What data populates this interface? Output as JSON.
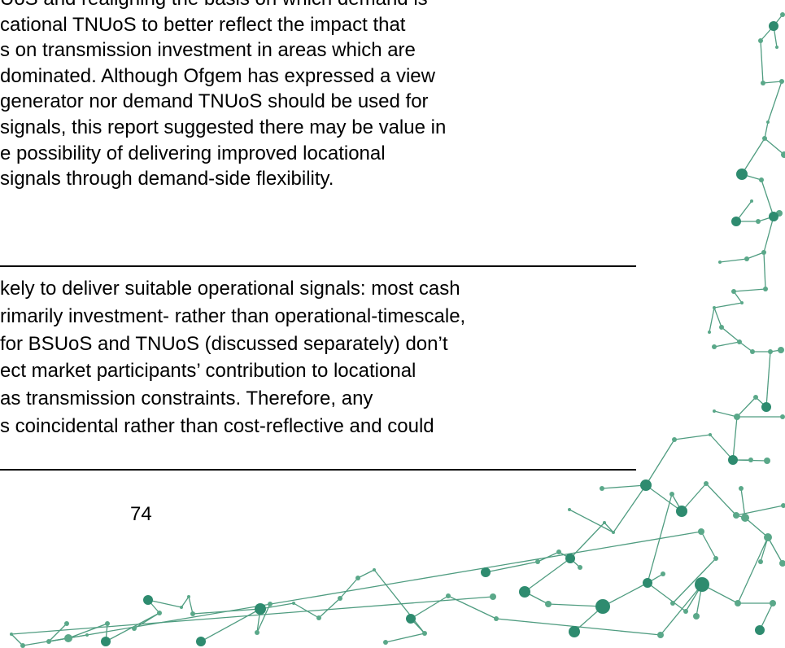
{
  "paragraph_1": [
    "UoS and realigning the basis on which demand is",
    "cational TNUoS to better reflect the impact that",
    "s on transmission investment in areas which are",
    "dominated. Although Ofgem has expressed a view",
    " generator nor demand TNUoS should be used for",
    " signals, this report suggested there may be value in",
    "e possibility of delivering improved locational",
    " signals through demand-side flexibility."
  ],
  "paragraph_2": [
    "kely to deliver suitable operational signals: most cash",
    "rimarily investment- rather than operational-timescale,",
    "for BSUoS and TNUoS (discussed separately) don’t",
    "ect market participants’ contribution to locational",
    " as transmission constraints. Therefore, any",
    "s coincidental rather than cost-reflective and could"
  ],
  "page_number": "74",
  "colors": {
    "network_light": "#5aa889",
    "network_dark": "#2e8b6f",
    "network_line": "#4f9c80"
  }
}
